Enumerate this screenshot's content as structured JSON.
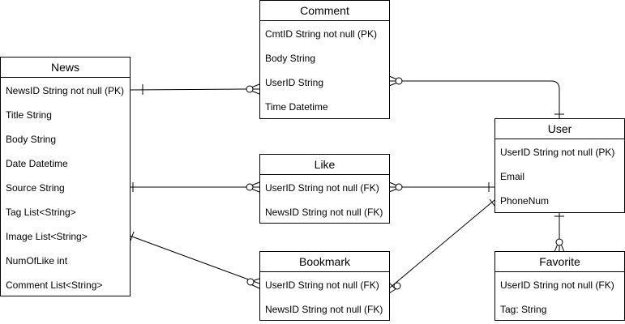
{
  "entities": {
    "news": {
      "name": "News",
      "attributes": [
        "NewsID String not null (PK)",
        "Title String",
        "Body String",
        "Date Datetime",
        "Source  String",
        "Tag List<String>",
        "Image List<String>",
        "NumOfLike int",
        "Comment List<String>"
      ]
    },
    "comment": {
      "name": "Comment",
      "attributes": [
        "CmtID String not null (PK)",
        "Body String",
        "UserID String",
        "Time Datetime"
      ]
    },
    "like": {
      "name": "Like",
      "attributes": [
        "UserID String not null (FK)",
        "NewsID String not null (FK)"
      ]
    },
    "bookmark": {
      "name": "Bookmark",
      "attributes": [
        "UserID String not null (FK)",
        "NewsID String not null (FK)"
      ]
    },
    "user": {
      "name": "User",
      "attributes": [
        "UserID String not null  (PK)",
        "Email",
        "PhoneNum"
      ]
    },
    "favorite": {
      "name": "Favorite",
      "attributes": [
        "UserID String not null (FK)",
        "Tag: String"
      ]
    }
  },
  "relationships": [
    {
      "from": "news",
      "from_end": "one",
      "to": "comment",
      "to_end": "zero-or-many"
    },
    {
      "from": "comment",
      "from_end": "zero-or-many",
      "to": "user",
      "to_end": "one"
    },
    {
      "from": "news",
      "from_end": "one",
      "to": "like",
      "to_end": "zero-or-many"
    },
    {
      "from": "like",
      "from_end": "zero-or-many",
      "to": "user",
      "to_end": "one"
    },
    {
      "from": "news",
      "from_end": "one",
      "to": "bookmark",
      "to_end": "zero-or-many"
    },
    {
      "from": "bookmark",
      "from_end": "zero-or-many",
      "to": "user",
      "to_end": "one"
    },
    {
      "from": "user",
      "from_end": "one",
      "to": "favorite",
      "to_end": "zero-or-many"
    }
  ]
}
